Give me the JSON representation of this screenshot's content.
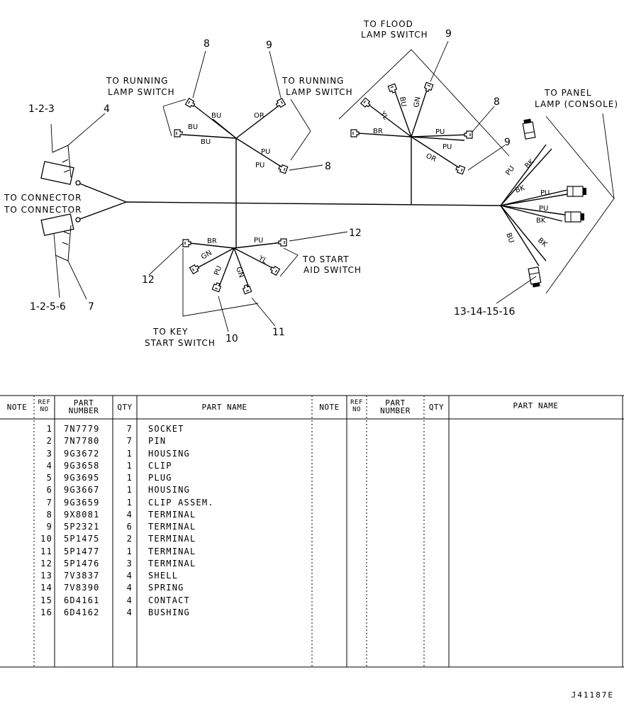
{
  "diagram": {
    "labels": {
      "to_flood_lamp_switch": [
        "TO FLOOD",
        "LAMP SWITCH"
      ],
      "to_running_lamp_switch_left": [
        "TO RUNNING",
        "LAMP SWITCH"
      ],
      "to_running_lamp_switch_right": [
        "TO RUNNING",
        "LAMP SWITCH"
      ],
      "to_panel_lamp": [
        "TO PANEL",
        "LAMP (CONSOLE)"
      ],
      "to_connector": [
        "TO CONNECTOR",
        "TO CONNECTOR"
      ],
      "to_start_aid_switch": [
        "TO START",
        "AID SWITCH"
      ],
      "to_key_start_switch": [
        "TO KEY",
        "START SWITCH"
      ]
    },
    "callouts": {
      "c123": "1-2-3",
      "c4": "4",
      "c1256": "1-2-5-6",
      "c7": "7",
      "c8a": "8",
      "c9a": "9",
      "c8b": "8",
      "c9b": "9",
      "c8c": "8",
      "c9c": "9",
      "c12a": "12",
      "c12b": "12",
      "c10": "10",
      "c11": "11",
      "c13": "13-14-15-16"
    },
    "wire_codes": {
      "bu1": "BU",
      "bu2": "BU",
      "bu3": "BU",
      "or1": "OR",
      "pu1": "PU",
      "pu2": "PU",
      "yl1": "YL",
      "bu4": "BU",
      "gn1": "GN",
      "br1": "BR",
      "pu3": "PU",
      "pu4": "PU",
      "or2": "OR",
      "pu5": "PU",
      "bk1": "BK",
      "bk2": "BK",
      "pu6": "PU",
      "pu7": "PU",
      "bk3": "BK",
      "bu5": "BU",
      "bk4": "BK",
      "br2": "BR",
      "pu8": "PU",
      "gn2": "GN",
      "pu9": "PU",
      "gn3": "GN",
      "yl2": "YL"
    }
  },
  "table": {
    "headers": {
      "note": "NOTE",
      "ref_no": [
        "REF",
        "NO"
      ],
      "part_number": [
        "PART",
        "NUMBER"
      ],
      "qty": "QTY",
      "part_name": "PART NAME"
    },
    "rows": [
      {
        "ref": "1",
        "part": "7N7779",
        "qty": "7",
        "name": "SOCKET"
      },
      {
        "ref": "2",
        "part": "7N7780",
        "qty": "7",
        "name": "PIN"
      },
      {
        "ref": "3",
        "part": "9G3672",
        "qty": "1",
        "name": "HOUSING"
      },
      {
        "ref": "4",
        "part": "9G3658",
        "qty": "1",
        "name": "CLIP"
      },
      {
        "ref": "5",
        "part": "9G3695",
        "qty": "1",
        "name": "PLUG"
      },
      {
        "ref": "6",
        "part": "9G3667",
        "qty": "1",
        "name": "HOUSING"
      },
      {
        "ref": "7",
        "part": "9G3659",
        "qty": "1",
        "name": "CLIP ASSEM."
      },
      {
        "ref": "8",
        "part": "9X8081",
        "qty": "4",
        "name": "TERMINAL"
      },
      {
        "ref": "9",
        "part": "5P2321",
        "qty": "6",
        "name": "TERMINAL"
      },
      {
        "ref": "10",
        "part": "5P1475",
        "qty": "2",
        "name": "TERMINAL"
      },
      {
        "ref": "11",
        "part": "5P1477",
        "qty": "1",
        "name": "TERMINAL"
      },
      {
        "ref": "12",
        "part": "5P1476",
        "qty": "3",
        "name": "TERMINAL"
      },
      {
        "ref": "13",
        "part": "7V3837",
        "qty": "4",
        "name": "SHELL"
      },
      {
        "ref": "14",
        "part": "7V8390",
        "qty": "4",
        "name": "SPRING"
      },
      {
        "ref": "15",
        "part": "6D4161",
        "qty": "4",
        "name": "CONTACT"
      },
      {
        "ref": "16",
        "part": "6D4162",
        "qty": "4",
        "name": "BUSHING"
      }
    ]
  },
  "drawing_number": "J41187E"
}
